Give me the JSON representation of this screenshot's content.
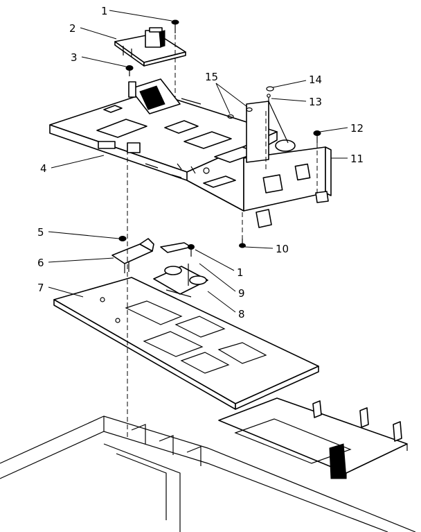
{
  "callouts": [
    {
      "id": "c1a",
      "text": "1"
    },
    {
      "id": "c2",
      "text": "2"
    },
    {
      "id": "c3",
      "text": "3"
    },
    {
      "id": "c4",
      "text": "4"
    },
    {
      "id": "c5",
      "text": "5"
    },
    {
      "id": "c6",
      "text": "6"
    },
    {
      "id": "c7",
      "text": "7"
    },
    {
      "id": "c8",
      "text": "8"
    },
    {
      "id": "c9",
      "text": "9"
    },
    {
      "id": "c1b",
      "text": "1"
    },
    {
      "id": "c10",
      "text": "10"
    },
    {
      "id": "c11",
      "text": "11"
    },
    {
      "id": "c12",
      "text": "12"
    },
    {
      "id": "c13",
      "text": "13"
    },
    {
      "id": "c14",
      "text": "14"
    },
    {
      "id": "c15",
      "text": "15"
    }
  ]
}
